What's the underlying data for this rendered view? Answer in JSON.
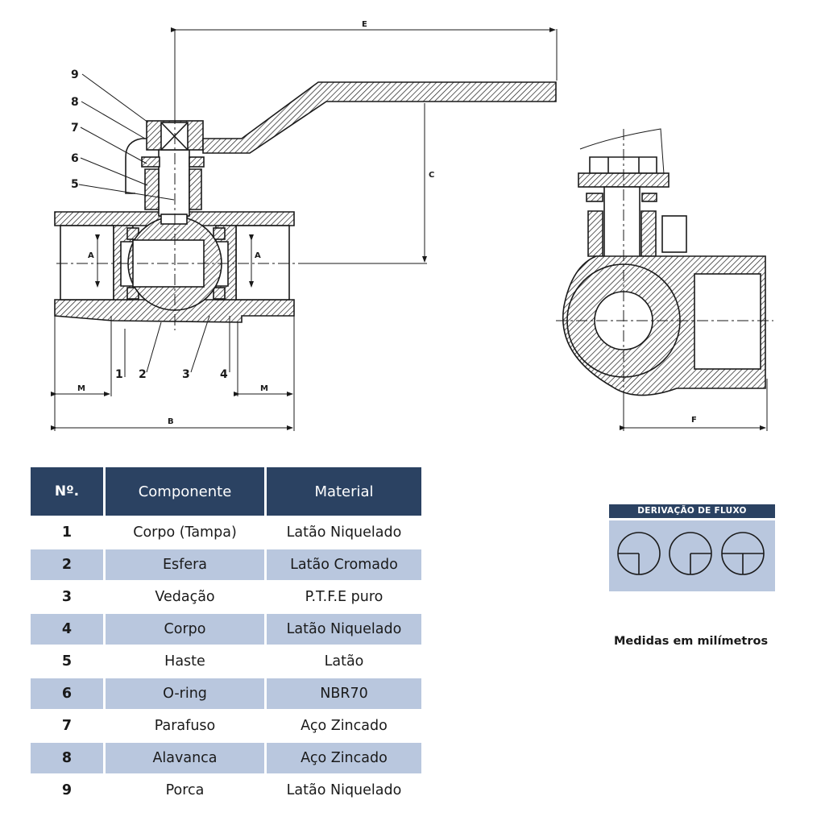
{
  "drawing": {
    "title": "Ball valve technical drawing (section views)",
    "dimension_labels": {
      "E": "E",
      "C": "C",
      "A_left": "A",
      "A_right": "A",
      "M_left": "M",
      "M_right": "M",
      "B": "B",
      "F": "F"
    },
    "callouts": [
      "9",
      "8",
      "7",
      "6",
      "5",
      "1",
      "2",
      "3",
      "4"
    ]
  },
  "table": {
    "headers": {
      "number": "Nº.",
      "component": "Componente",
      "material": "Material"
    },
    "rows": [
      {
        "number": "1",
        "component": "Corpo (Tampa)",
        "material": "Latão Niquelado"
      },
      {
        "number": "2",
        "component": "Esfera",
        "material": "Latão Cromado"
      },
      {
        "number": "3",
        "component": "Vedação",
        "material": "P.T.F.E puro"
      },
      {
        "number": "4",
        "component": "Corpo",
        "material": "Latão Niquelado"
      },
      {
        "number": "5",
        "component": "Haste",
        "material": "Latão"
      },
      {
        "number": "6",
        "component": "O-ring",
        "material": "NBR70"
      },
      {
        "number": "7",
        "component": "Parafuso",
        "material": "Aço Zincado"
      },
      {
        "number": "8",
        "component": "Alavanca",
        "material": "Aço Zincado"
      },
      {
        "number": "9",
        "component": "Porca",
        "material": "Latão Niquelado"
      }
    ]
  },
  "flow_derivation": {
    "title": "DERIVAÇÃO DE FLUXO",
    "symbols": [
      "flow-left-down-icon",
      "flow-right-down-icon",
      "flow-tee-icon"
    ]
  },
  "note": "Medidas em milímetros",
  "colors": {
    "header_bg": "#2b4262",
    "alt_row_bg": "#b9c7de",
    "line": "#1a1a1a"
  }
}
